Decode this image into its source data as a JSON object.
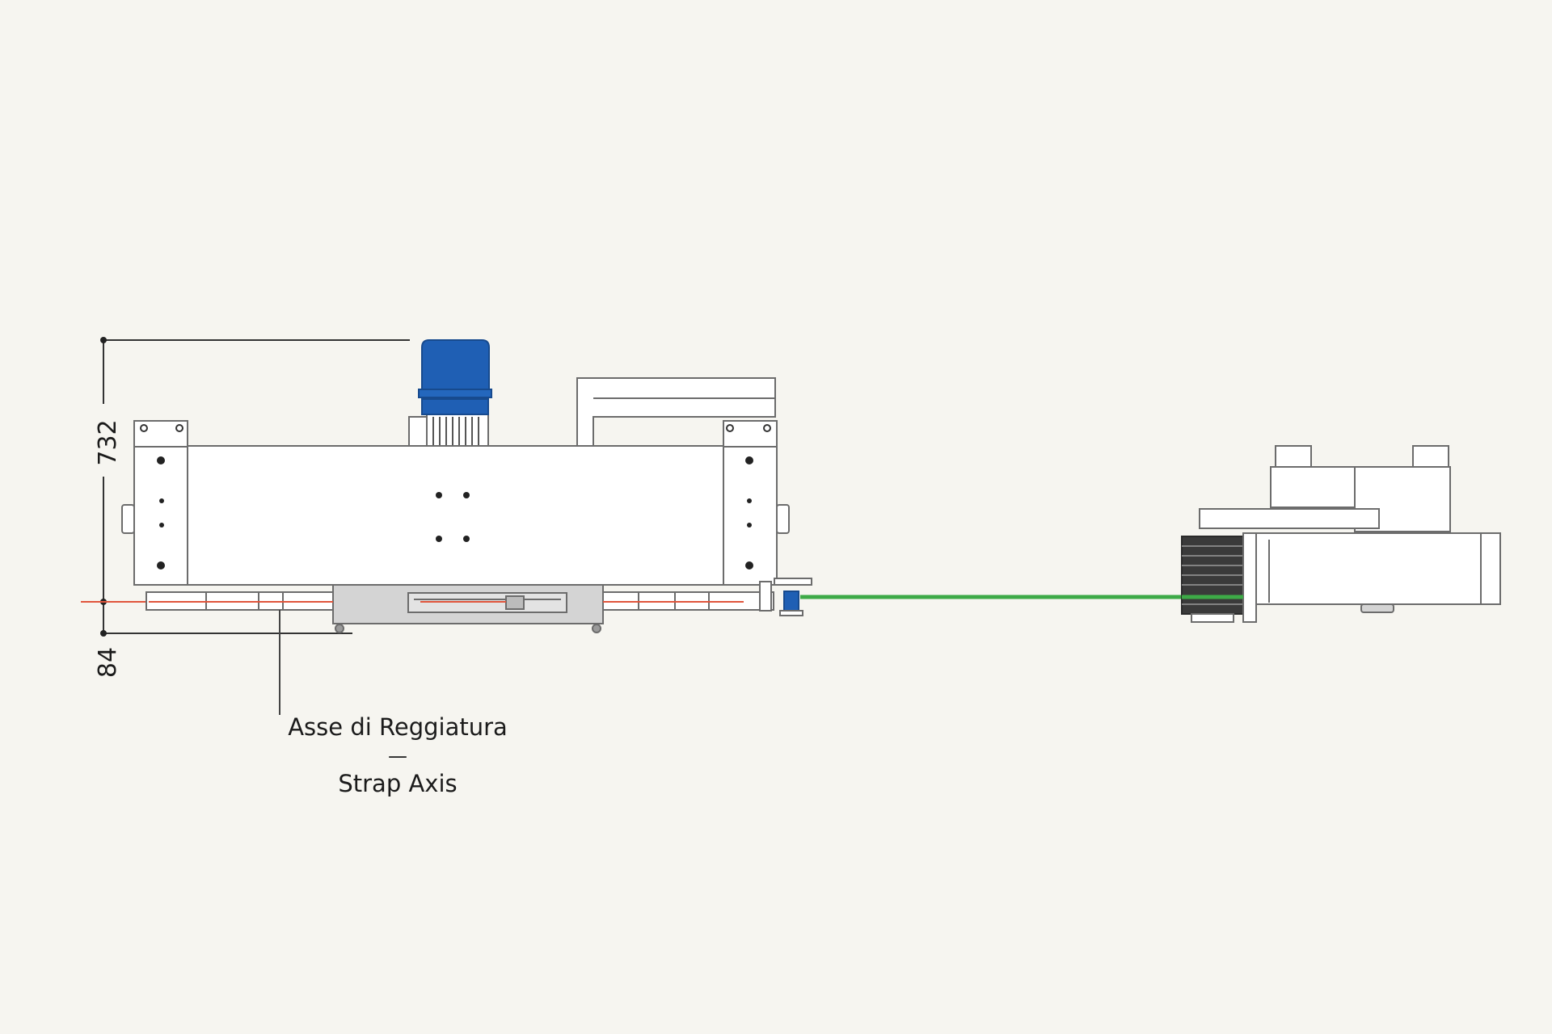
{
  "dimensions": {
    "height_total": "732",
    "height_offset": "84"
  },
  "annotation": {
    "line1": "Asse di Reggiatura",
    "separator": "—",
    "line2": "Strap Axis"
  },
  "colors": {
    "background": "#f6f5f0",
    "outline": "#6c6c6c",
    "panel": "#ffffff",
    "motor_blue": "#1f5fb4",
    "strap_green": "#3daa47",
    "axis_red": "#e0553c",
    "grey_carriage": "#d4d4d4"
  }
}
